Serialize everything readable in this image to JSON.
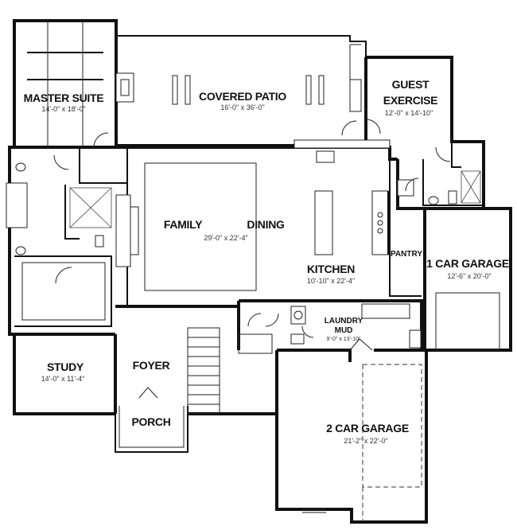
{
  "rooms": {
    "master_suite": {
      "name": "MASTER SUITE",
      "dims": "14'-0\" x 18'-0\""
    },
    "covered_patio": {
      "name": "COVERED PATIO",
      "dims": "16'-0\" x 36'-0\""
    },
    "guest_exercise": {
      "name_line1": "GUEST",
      "name_line2": "EXERCISE",
      "dims": "12'-0\" x 14'-10\""
    },
    "family": {
      "name": "FAMILY",
      "dims": "29'-0\" x 22'-4\""
    },
    "dining": {
      "name": "DINING"
    },
    "kitchen": {
      "name": "KITCHEN",
      "dims": "10'-10\" x 22'-4\""
    },
    "pantry": {
      "name": "PANTRY"
    },
    "garage_1": {
      "name": "1 CAR GARAGE",
      "dims": "12'-6\" x 20'-0\""
    },
    "laundry": {
      "name_line1": "LAUNDRY",
      "name_line2": "MUD",
      "dims": "9'-0\" x 13'-10\""
    },
    "study": {
      "name": "STUDY",
      "dims": "14'-0\" x 11'-4\""
    },
    "foyer": {
      "name": "FOYER"
    },
    "porch": {
      "name": "PORCH"
    },
    "garage_2": {
      "name": "2 CAR GARAGE",
      "dims": "21'-2\" x 22'-0\""
    }
  }
}
